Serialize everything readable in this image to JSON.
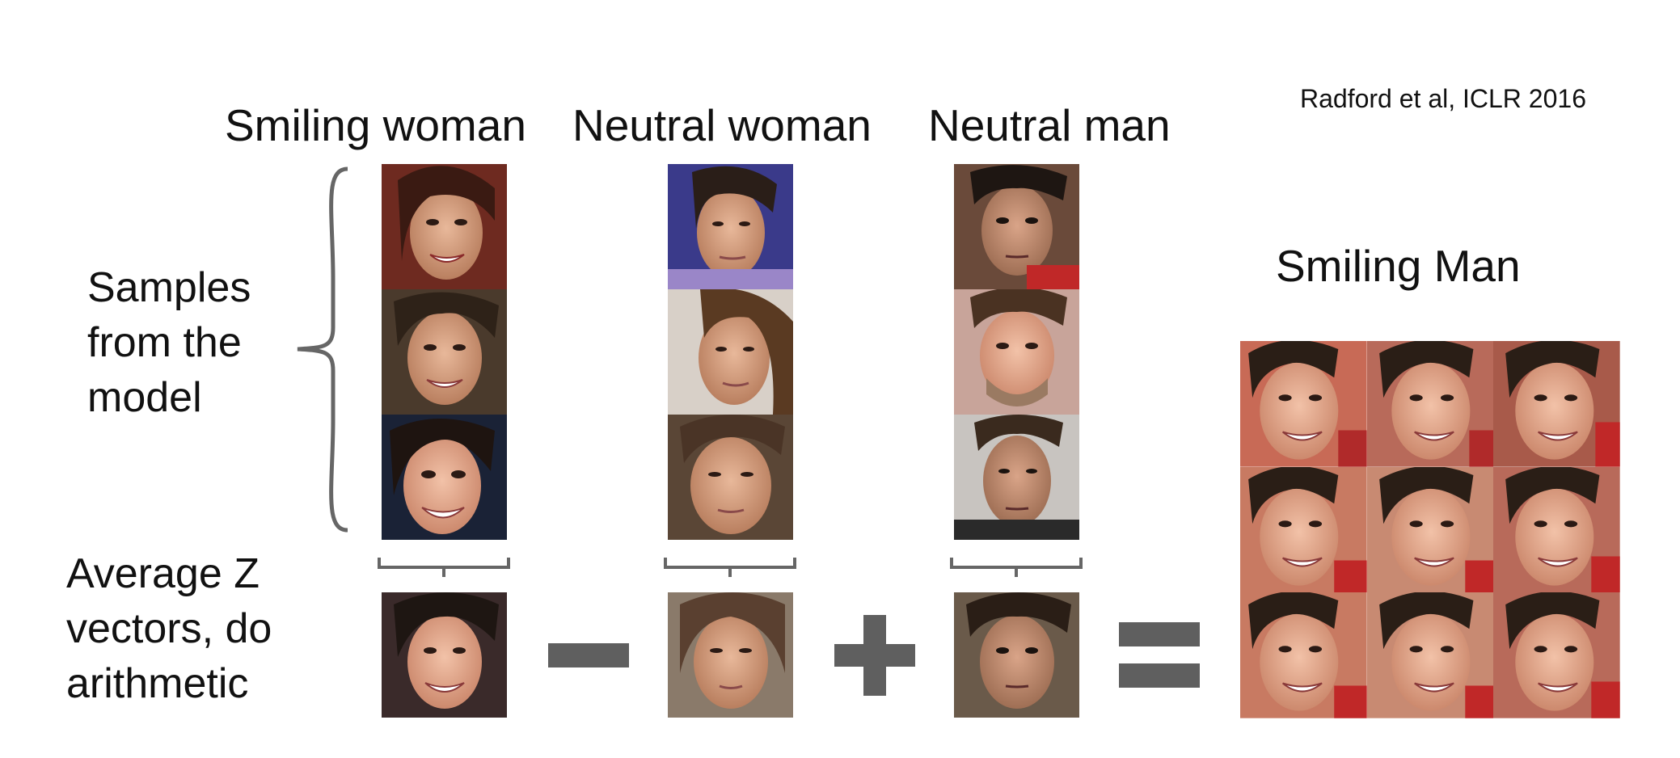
{
  "citation": "Radford et al, ICLR 2016",
  "columns": [
    {
      "title": "Smiling woman"
    },
    {
      "title": "Neutral woman"
    },
    {
      "title": "Neutral man"
    }
  ],
  "result_title": "Smiling Man",
  "samples_label": [
    "Samples",
    "from the",
    "model"
  ],
  "average_label": [
    "Average Z",
    "vectors, do",
    "arithmetic"
  ],
  "operators": [
    "minus-icon",
    "plus-icon",
    "equals-icon"
  ],
  "colors": {
    "operator": "#5f5f5f",
    "bracket": "#666666"
  }
}
